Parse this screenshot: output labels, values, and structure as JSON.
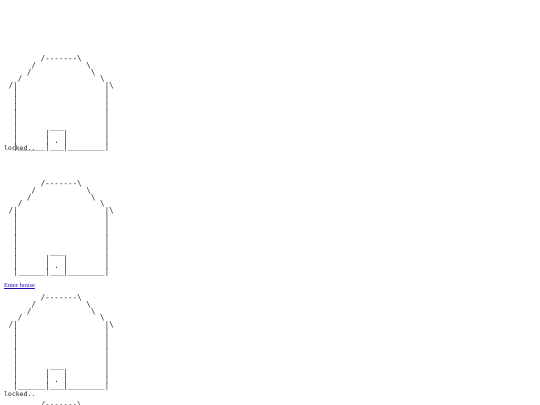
{
  "house_art": "        /-------\\\n      /           \\\n     /             \\\n   /                 \\\n /|                   |\\\n  |                   |\n  |                   |\n  |                   |\n  |                   |\n  |                   |\n  |       ___         |\n  |      |   |        |\n  |      | . |        |\n  |______|___|________|",
  "house_peek": "        /-------\\",
  "houses": [
    {
      "status": "locked.."
    },
    {
      "link": "Enter house"
    },
    {
      "status": "locked.."
    }
  ]
}
